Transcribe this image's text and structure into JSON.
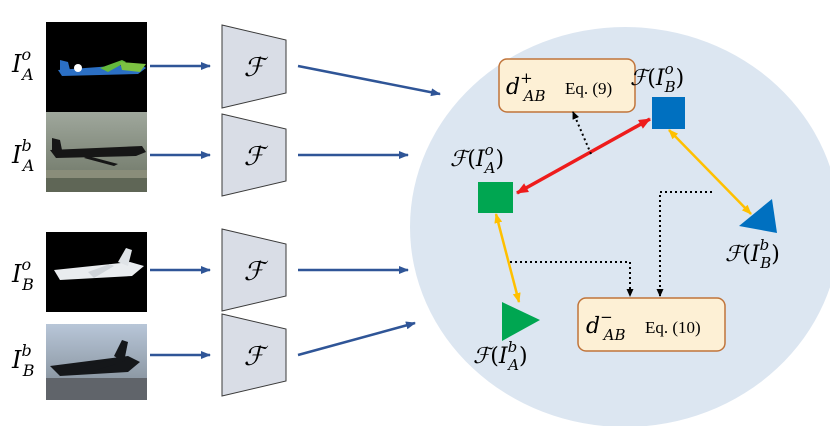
{
  "inputs": [
    {
      "main": "I",
      "sub": "A",
      "sup": "o"
    },
    {
      "main": "I",
      "sub": "A",
      "sup": "b"
    },
    {
      "main": "I",
      "sub": "B",
      "sup": "o"
    },
    {
      "main": "I",
      "sub": "B",
      "sup": "b"
    }
  ],
  "encoder": {
    "symbol": "ℱ"
  },
  "features": {
    "A_o": {
      "fn": "ℱ",
      "open": "(",
      "main": "I",
      "sub": "A",
      "sup": "o",
      "close": ")"
    },
    "A_b": {
      "fn": "ℱ",
      "open": "(",
      "main": "I",
      "sub": "A",
      "sup": "b",
      "close": ")"
    },
    "B_o": {
      "fn": "ℱ",
      "open": "(",
      "main": "I",
      "sub": "B",
      "sup": "o",
      "close": ")"
    },
    "B_b": {
      "fn": "ℱ",
      "open": "(",
      "main": "I",
      "sub": "B",
      "sup": "b",
      "close": ")"
    }
  },
  "distances": {
    "pos": {
      "main": "d",
      "sub": "AB",
      "sup": "+",
      "eq": "Eq. (9)"
    },
    "neg": {
      "main": "d",
      "sub": "AB",
      "sup": "−",
      "eq": "Eq. (10)"
    }
  },
  "colors": {
    "ellipse": "#dce6f1",
    "arrow": "#2f5597",
    "encoder_fill": "#d9dde6",
    "box_fill": "#fdf0d5",
    "box_stroke": "#c0743a",
    "green": "#00a651",
    "blue": "#0070c0",
    "red": "#ee1c1c",
    "yellow": "#ffc000"
  }
}
